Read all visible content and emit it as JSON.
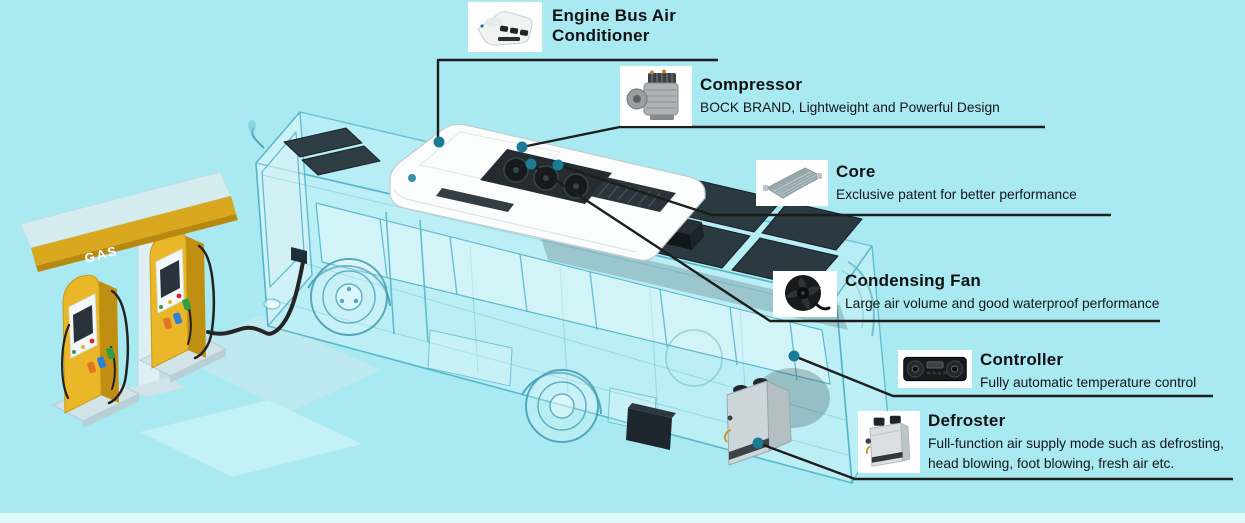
{
  "scene": {
    "background_color": "#a8e9f2",
    "callout_line_color": "#1d1d1b",
    "marker_dot_color": "#1a7d95",
    "gas_station": {
      "sign_text": "GAS",
      "canopy_color": "#d9a81e",
      "pump_color": "#eab728"
    }
  },
  "labels": [
    {
      "id": "engine-bus-air-conditioner",
      "title": "Engine Bus Air Conditioner",
      "subtitle": "",
      "icon": "rooftop-ac-unit-icon"
    },
    {
      "id": "compressor",
      "title": "Compressor",
      "subtitle": "BOCK BRAND, Lightweight and Powerful Design",
      "icon": "compressor-icon"
    },
    {
      "id": "core",
      "title": "Core",
      "subtitle": "Exclusive patent for better performance",
      "icon": "condenser-core-icon"
    },
    {
      "id": "condensing-fan",
      "title": "Condensing Fan",
      "subtitle": "Large air volume and good waterproof performance",
      "icon": "condensing-fan-icon"
    },
    {
      "id": "controller",
      "title": "Controller",
      "subtitle": "Fully automatic temperature control",
      "icon": "controller-panel-icon"
    },
    {
      "id": "defroster",
      "title": "Defroster",
      "subtitle": "Full-function air supply mode such as defrosting, head blowing, foot blowing, fresh air etc.",
      "icon": "defroster-icon"
    }
  ]
}
